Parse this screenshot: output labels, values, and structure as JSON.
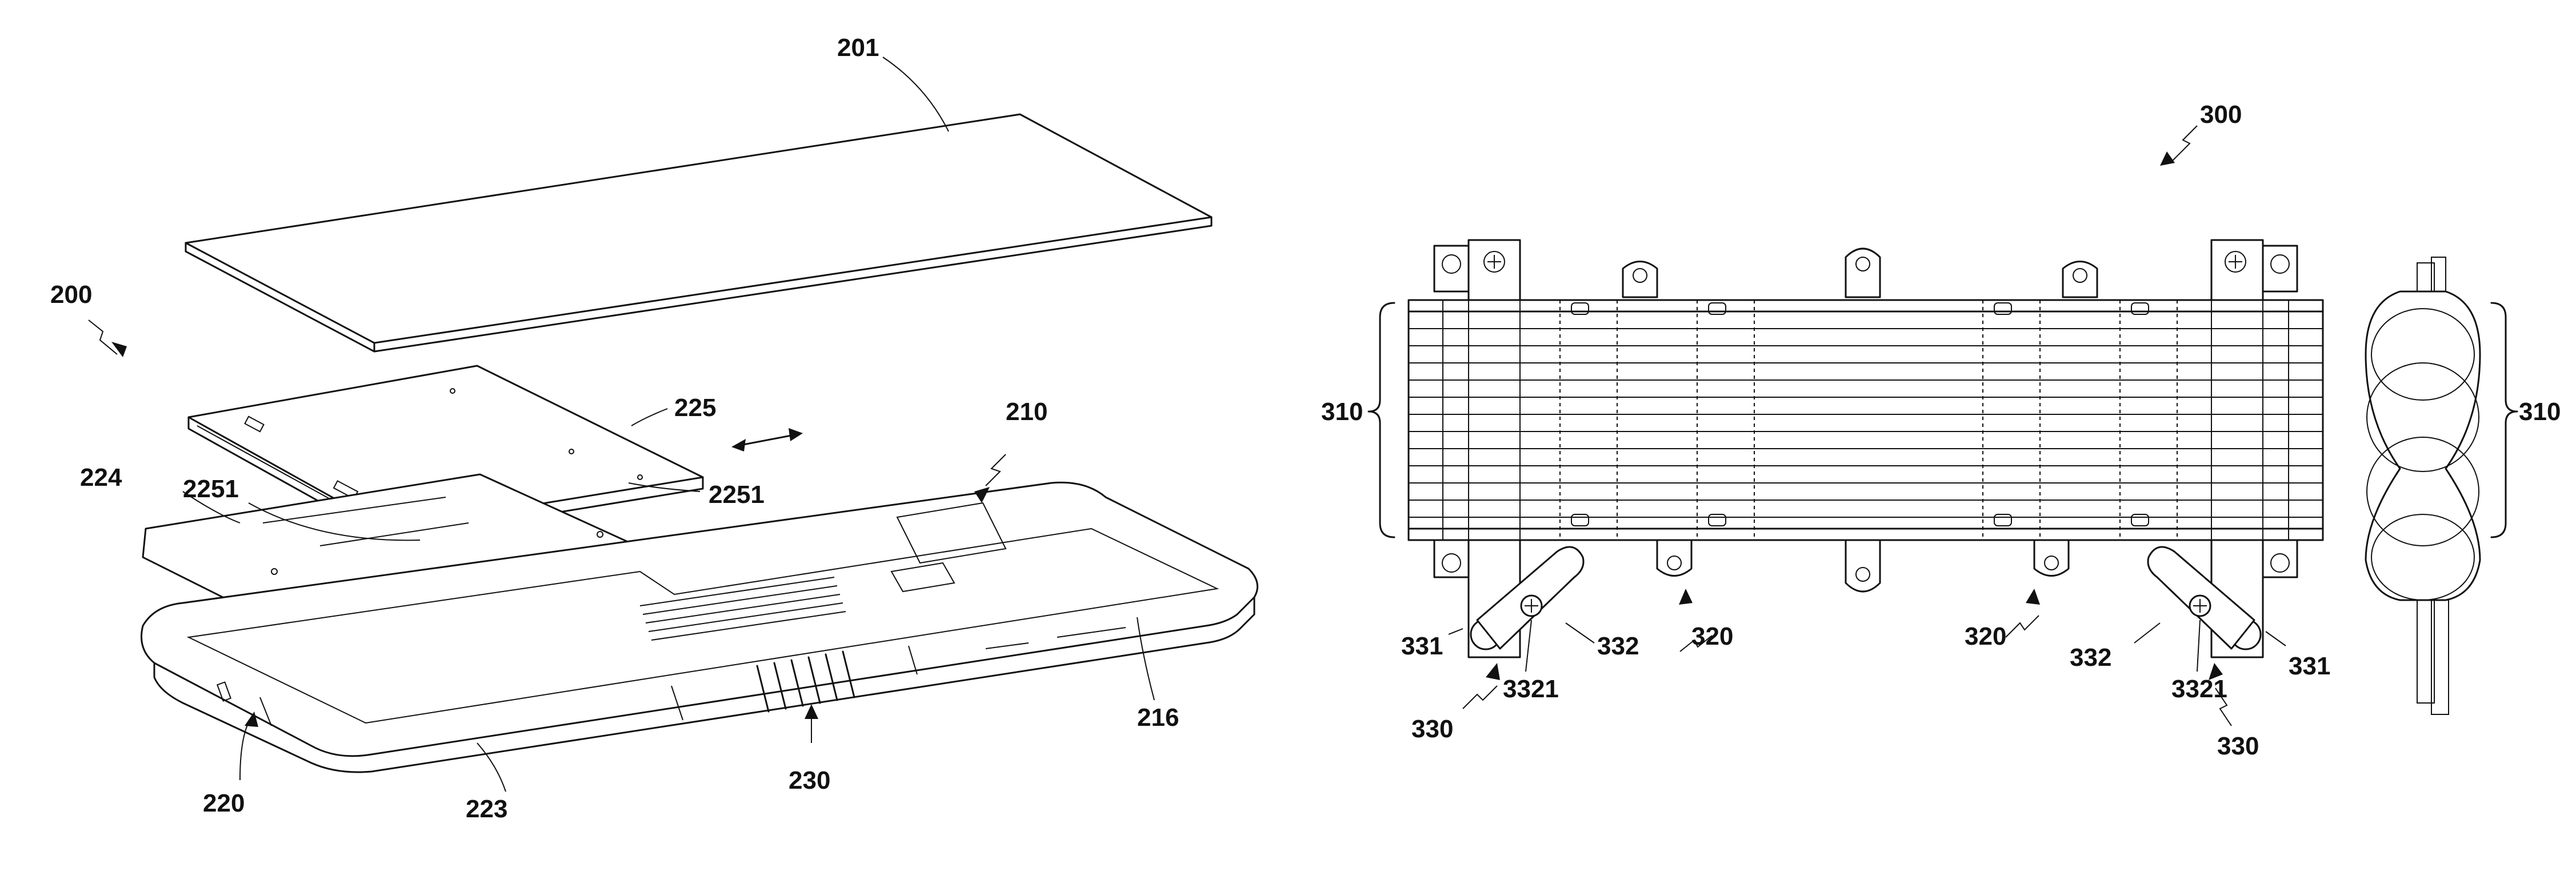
{
  "figure_left": {
    "labels": {
      "ref_200": "200",
      "ref_201": "201",
      "ref_210": "210",
      "ref_216": "216",
      "ref_220": "220",
      "ref_223": "223",
      "ref_224": "224",
      "ref_225": "225",
      "ref_2251_a": "2251",
      "ref_2251_b": "2251",
      "ref_230": "230"
    }
  },
  "figure_right": {
    "labels": {
      "ref_300": "300",
      "ref_310_left": "310",
      "ref_310_right": "310",
      "ref_320_a": "320",
      "ref_320_b": "320",
      "ref_330_a": "330",
      "ref_330_b": "330",
      "ref_331_a": "331",
      "ref_331_b": "331",
      "ref_332_a": "332",
      "ref_332_b": "332",
      "ref_3321_a": "3321",
      "ref_3321_b": "3321"
    }
  }
}
